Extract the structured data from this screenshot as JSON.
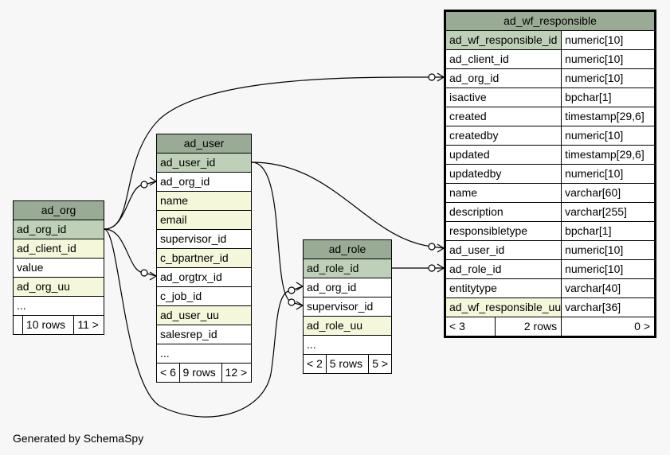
{
  "tables": {
    "ad_org": {
      "name": "ad_org",
      "rows": [
        "ad_org_id",
        "ad_client_id",
        "value",
        "ad_org_uu",
        "..."
      ],
      "footer": [
        "",
        "10 rows",
        "11 >"
      ]
    },
    "ad_user": {
      "name": "ad_user",
      "rows": [
        "ad_user_id",
        "ad_org_id",
        "name",
        "email",
        "supervisor_id",
        "c_bpartner_id",
        "ad_orgtrx_id",
        "c_job_id",
        "ad_user_uu",
        "salesrep_id",
        "..."
      ],
      "footer": [
        "< 6",
        "9 rows",
        "12 >"
      ]
    },
    "ad_role": {
      "name": "ad_role",
      "rows": [
        "ad_role_id",
        "ad_org_id",
        "supervisor_id",
        "ad_role_uu",
        "..."
      ],
      "footer": [
        "< 2",
        "5 rows",
        "5 >"
      ]
    },
    "ad_wf_responsible": {
      "name": "ad_wf_responsible",
      "columns": [
        [
          "ad_wf_responsible_id",
          "numeric[10]"
        ],
        [
          "ad_client_id",
          "numeric[10]"
        ],
        [
          "ad_org_id",
          "numeric[10]"
        ],
        [
          "isactive",
          "bpchar[1]"
        ],
        [
          "created",
          "timestamp[29,6]"
        ],
        [
          "createdby",
          "numeric[10]"
        ],
        [
          "updated",
          "timestamp[29,6]"
        ],
        [
          "updatedby",
          "numeric[10]"
        ],
        [
          "name",
          "varchar[60]"
        ],
        [
          "description",
          "varchar[255]"
        ],
        [
          "responsibletype",
          "bpchar[1]"
        ],
        [
          "ad_user_id",
          "numeric[10]"
        ],
        [
          "ad_role_id",
          "numeric[10]"
        ],
        [
          "entitytype",
          "varchar[40]"
        ],
        [
          "ad_wf_responsible_uu",
          "varchar[36]"
        ]
      ],
      "footer": [
        "< 3",
        "2 rows",
        "0 >"
      ]
    }
  },
  "footer_text": "Generated by SchemaSpy"
}
